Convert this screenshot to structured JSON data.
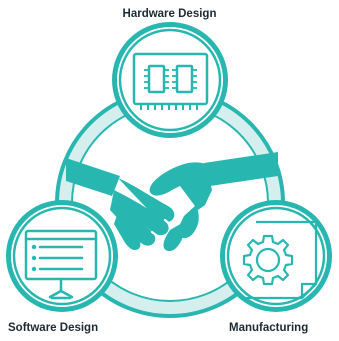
{
  "labels": {
    "hardware": "Hardware Design",
    "software": "Software Design",
    "manufacturing": "Manufacturing"
  },
  "icons": {
    "center": "handshake-icon",
    "hardware": "circuit-board-icon",
    "software": "monitor-list-icon",
    "manufacturing": "gear-document-icon"
  },
  "colors": {
    "accent": "#27b7b0",
    "ring_light": "#d4efed",
    "ink": "#1d2a33",
    "background": "#ffffff"
  }
}
